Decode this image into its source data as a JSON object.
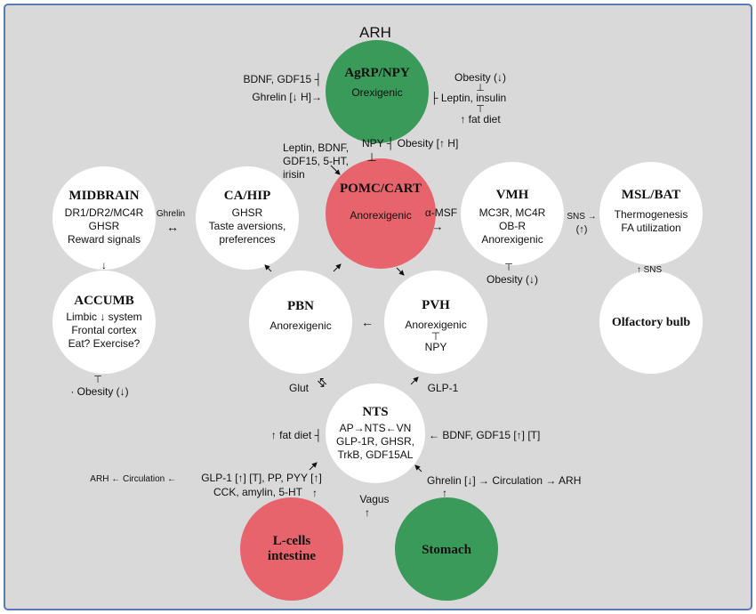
{
  "colors": {
    "background": "#d9d9d9",
    "border": "#5b79b5",
    "node_white": "#ffffff",
    "node_green": "#3a9a5a",
    "node_red": "#e8646c"
  },
  "region_label": "ARH",
  "nodes": {
    "agrp": {
      "title": "AgRP/NPY",
      "lines": [
        "Orexigenic"
      ]
    },
    "pomc": {
      "title": "POMC/CART",
      "lines": [
        "Anorexigenic"
      ]
    },
    "midbrain": {
      "title": "MIDBRAIN",
      "lines": [
        "DR1/DR2/MC4R",
        "GHSR",
        "Reward signals"
      ]
    },
    "cahip": {
      "title": "CA/HIP",
      "lines": [
        "GHSR",
        "Taste aversions,",
        "preferences"
      ]
    },
    "vmh": {
      "title": "VMH",
      "lines": [
        "MC3R, MC4R",
        "OB-R",
        "Anorexigenic"
      ]
    },
    "mslbat": {
      "title": "MSL/BAT",
      "lines": [
        "Thermogenesis",
        "FA utilization"
      ]
    },
    "accumb": {
      "title": "ACCUMB",
      "lines": [
        "Limbic ↓ system",
        "Frontal cortex",
        "Eat? Exercise?"
      ]
    },
    "pbn": {
      "title": "PBN",
      "lines": [
        "Anorexigenic"
      ]
    },
    "pvh": {
      "title": "PVH",
      "lines": [
        "Anorexigenic",
        "⊤",
        "NPY"
      ]
    },
    "olfactory": {
      "title": "Olfactory bulb",
      "lines": []
    },
    "nts": {
      "title": "NTS",
      "lines": [
        "AP→NTS←VN",
        "GLP-1R, GHSR,",
        "TrkB, GDF15AL"
      ]
    },
    "lcells": {
      "title": "L-cells",
      "title2": "intestine",
      "lines": []
    },
    "stomach": {
      "title": "Stomach",
      "lines": []
    }
  },
  "labels": {
    "bdnf_gdf15_agrp": "BDNF, GDF15 ┤",
    "ghrelin_agrp": "Ghrelin [↓ H]→",
    "obesity_agrp": "Obesity (↓)",
    "obesity_agrp_tee": "⊥",
    "leptin_insulin": "├ Leptin, insulin",
    "fat_diet_tee": "⊤",
    "fat_diet_agrp": "↑ fat diet",
    "pomc_inputs_1": "Leptin, BDNF,",
    "pomc_inputs_2": "GDF15, 5-HT,",
    "pomc_inputs_3": "irisin",
    "npy_obesity": "NPY ┤ Obesity [↑ H]",
    "npy_tee": "⊥",
    "ghrelin_small": "Ghrelin",
    "ghrelin_arrow": "↔",
    "alpha_msf": "α-MSF",
    "alpha_arrow": "→",
    "sns_top": "SNS →",
    "sns_up": "(↑)",
    "obesity_vmh_tee": "⊤",
    "obesity_vmh": "Obesity (↓)",
    "sns_bottom": "↑ SNS",
    "midbrain_arrow": "↓",
    "pvh_pbn_arrow": "←",
    "obesity_accumb_tee": "⊤",
    "obesity_accumb": "·  Obesity (↓)",
    "glut": "Glut",
    "glut_arrow": "⇆",
    "glp1": "GLP-1",
    "fat_diet_nts": "↑ fat diet ┤",
    "bdnf_gdf15_nts": "← BDNF, GDF15 [↑] [T]",
    "arh_circulation": "ARH ← Circulation ←",
    "glp1_pp_pyy": "GLP-1 [↑] [T], PP, PYY [↑]",
    "cck_amylin": "CCK, amylin, 5-HT",
    "ghrelin_circulation": "Ghrelin [↓] → Circulation → ARH",
    "vagus": "Vagus",
    "up_arrow": "↑"
  }
}
